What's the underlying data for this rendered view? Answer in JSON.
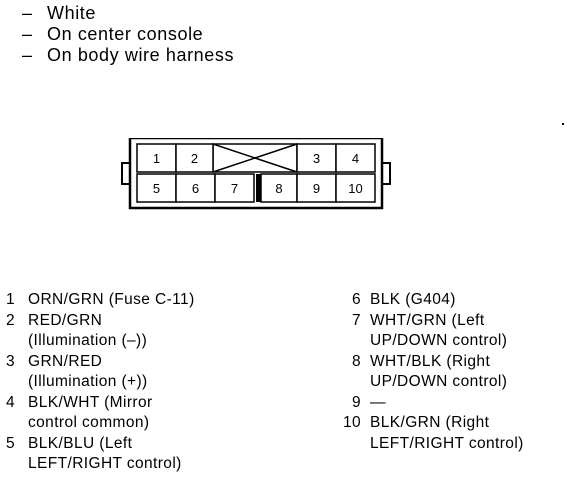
{
  "header": {
    "lines": [
      {
        "dash": "–",
        "text": "White"
      },
      {
        "dash": "–",
        "text": "On center console"
      },
      {
        "dash": "–",
        "text": "On body wire harness"
      }
    ]
  },
  "connector": {
    "top_row": [
      "1",
      "2",
      "3",
      "4"
    ],
    "bottom_row": [
      "5",
      "6",
      "7",
      "8",
      "9",
      "10"
    ]
  },
  "pins_left": [
    {
      "num": "1",
      "lines": [
        "ORN/GRN (Fuse C-11)"
      ]
    },
    {
      "num": "2",
      "lines": [
        "RED/GRN",
        "(Illumination (–))"
      ]
    },
    {
      "num": "3",
      "lines": [
        "GRN/RED",
        "(Illumination (+))"
      ]
    },
    {
      "num": "4",
      "lines": [
        "BLK/WHT (Mirror",
        "control common)"
      ]
    },
    {
      "num": "5",
      "lines": [
        "BLK/BLU (Left",
        "LEFT/RIGHT control)"
      ]
    }
  ],
  "pins_right": [
    {
      "num": "6",
      "lines": [
        "BLK (G404)"
      ]
    },
    {
      "num": "7",
      "lines": [
        "WHT/GRN (Left",
        "UP/DOWN control)"
      ]
    },
    {
      "num": "8",
      "lines": [
        "WHT/BLK (Right",
        "UP/DOWN control)"
      ]
    },
    {
      "num": "9",
      "lines": [
        "—"
      ]
    },
    {
      "num": "10",
      "lines": [
        "BLK/GRN (Right",
        "LEFT/RIGHT control)"
      ]
    }
  ]
}
